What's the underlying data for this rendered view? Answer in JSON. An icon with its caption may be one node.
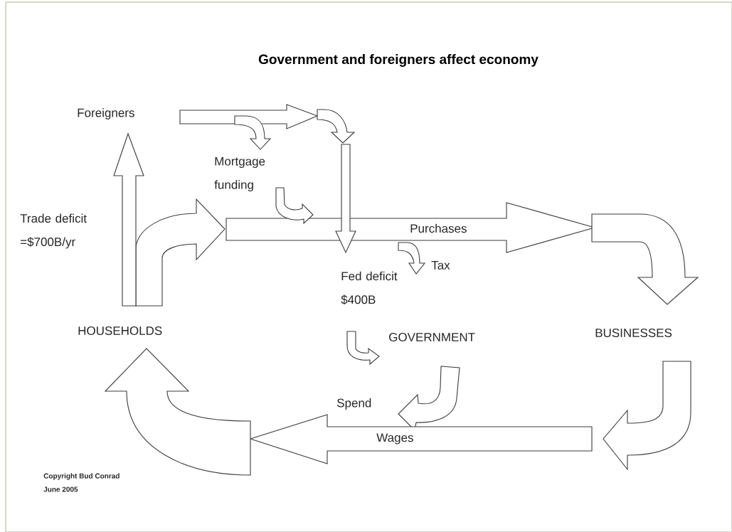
{
  "diagram": {
    "title": "Government and foreigners affect economy",
    "labels": [
      "Foreigners",
      "Mortgage funding",
      "Trade deficit =$700B/yr",
      "Purchases",
      "Fed deficit $400B",
      "Tax",
      "HOUSEHOLDS",
      "GOVERNMENT",
      "BUSINESSES",
      "Spend",
      "Wages",
      "Copyright Bud Conrad",
      "June 2005"
    ]
  }
}
